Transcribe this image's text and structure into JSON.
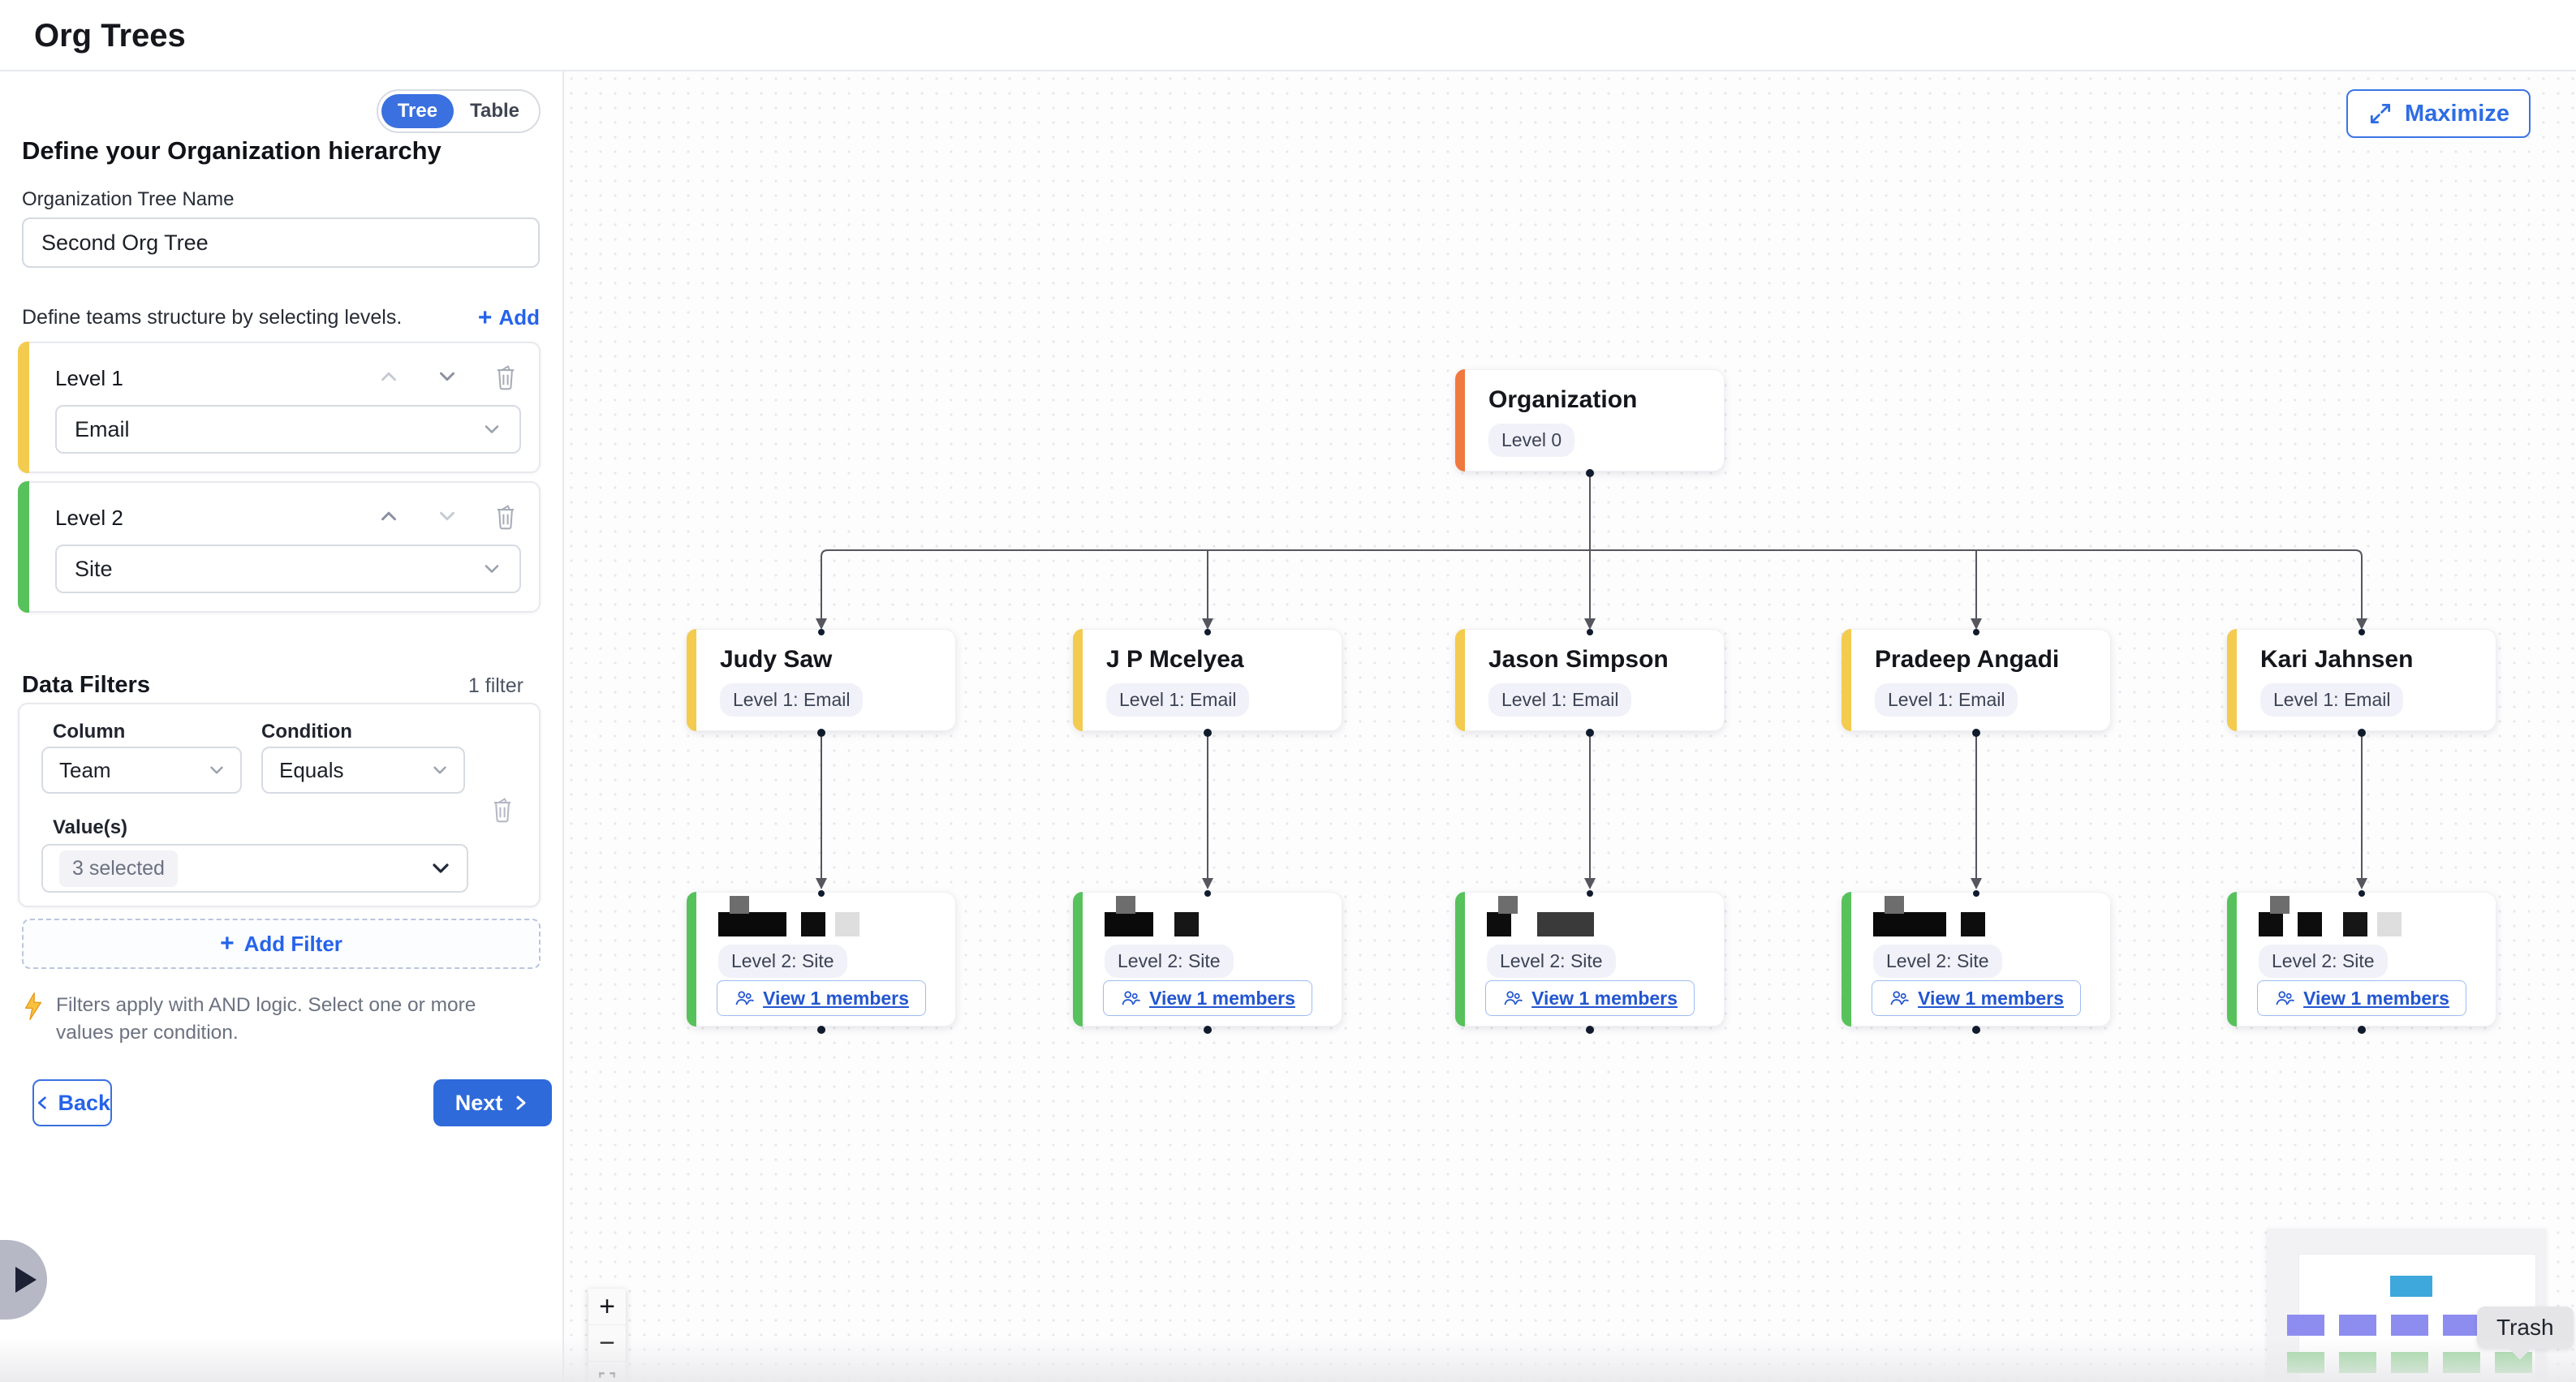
{
  "header": {
    "title": "Org Trees"
  },
  "sidebar": {
    "view_toggle": {
      "tree": "Tree",
      "table": "Table",
      "selected": "Tree"
    },
    "heading": "Define your Organization hierarchy",
    "tree_name_label": "Organization Tree Name",
    "tree_name_value": "Second Org Tree",
    "levels_hint": "Define teams structure by selecting levels.",
    "add_level_label": "Add",
    "levels": [
      {
        "label": "Level 1",
        "value": "Email",
        "accent_color": "#f3cb4f"
      },
      {
        "label": "Level 2",
        "value": "Site",
        "accent_color": "#57c25b"
      }
    ],
    "data_filters": {
      "title": "Data Filters",
      "count": "1 filter",
      "column_label": "Column",
      "column_value": "Team",
      "condition_label": "Condition",
      "condition_value": "Equals",
      "values_label": "Value(s)",
      "values_value": "3 selected",
      "add_filter_label": "Add Filter",
      "notice": "Filters apply with AND logic. Select one or more values per condition."
    },
    "back_label": "Back",
    "next_label": "Next"
  },
  "canvas": {
    "maximize_label": "Maximize",
    "root": {
      "title": "Organization",
      "badge": "Level 0",
      "accent_color": "#f0793f"
    },
    "children": [
      {
        "title": "Judy Saw",
        "badge": "Level 1: Email"
      },
      {
        "title": "J P Mcelyea",
        "badge": "Level 1: Email"
      },
      {
        "title": "Jason Simpson",
        "badge": "Level 1: Email"
      },
      {
        "title": "Pradeep Angadi",
        "badge": "Level 1: Email"
      },
      {
        "title": "Kari Jahnsen",
        "badge": "Level 1: Email"
      }
    ],
    "grandchild_badge": "Level 2: Site",
    "view_members_label": "View 1 members",
    "zoom_in_label": "+",
    "zoom_out_label": "−",
    "trash_tooltip": "Trash"
  },
  "colors": {
    "accent_blue": "#2f6fe0",
    "link_blue": "#2563eb",
    "level0_accent": "#f0793f",
    "level1_accent": "#f3cb4f",
    "level2_accent": "#57c25b",
    "edge_color": "#55565e"
  }
}
